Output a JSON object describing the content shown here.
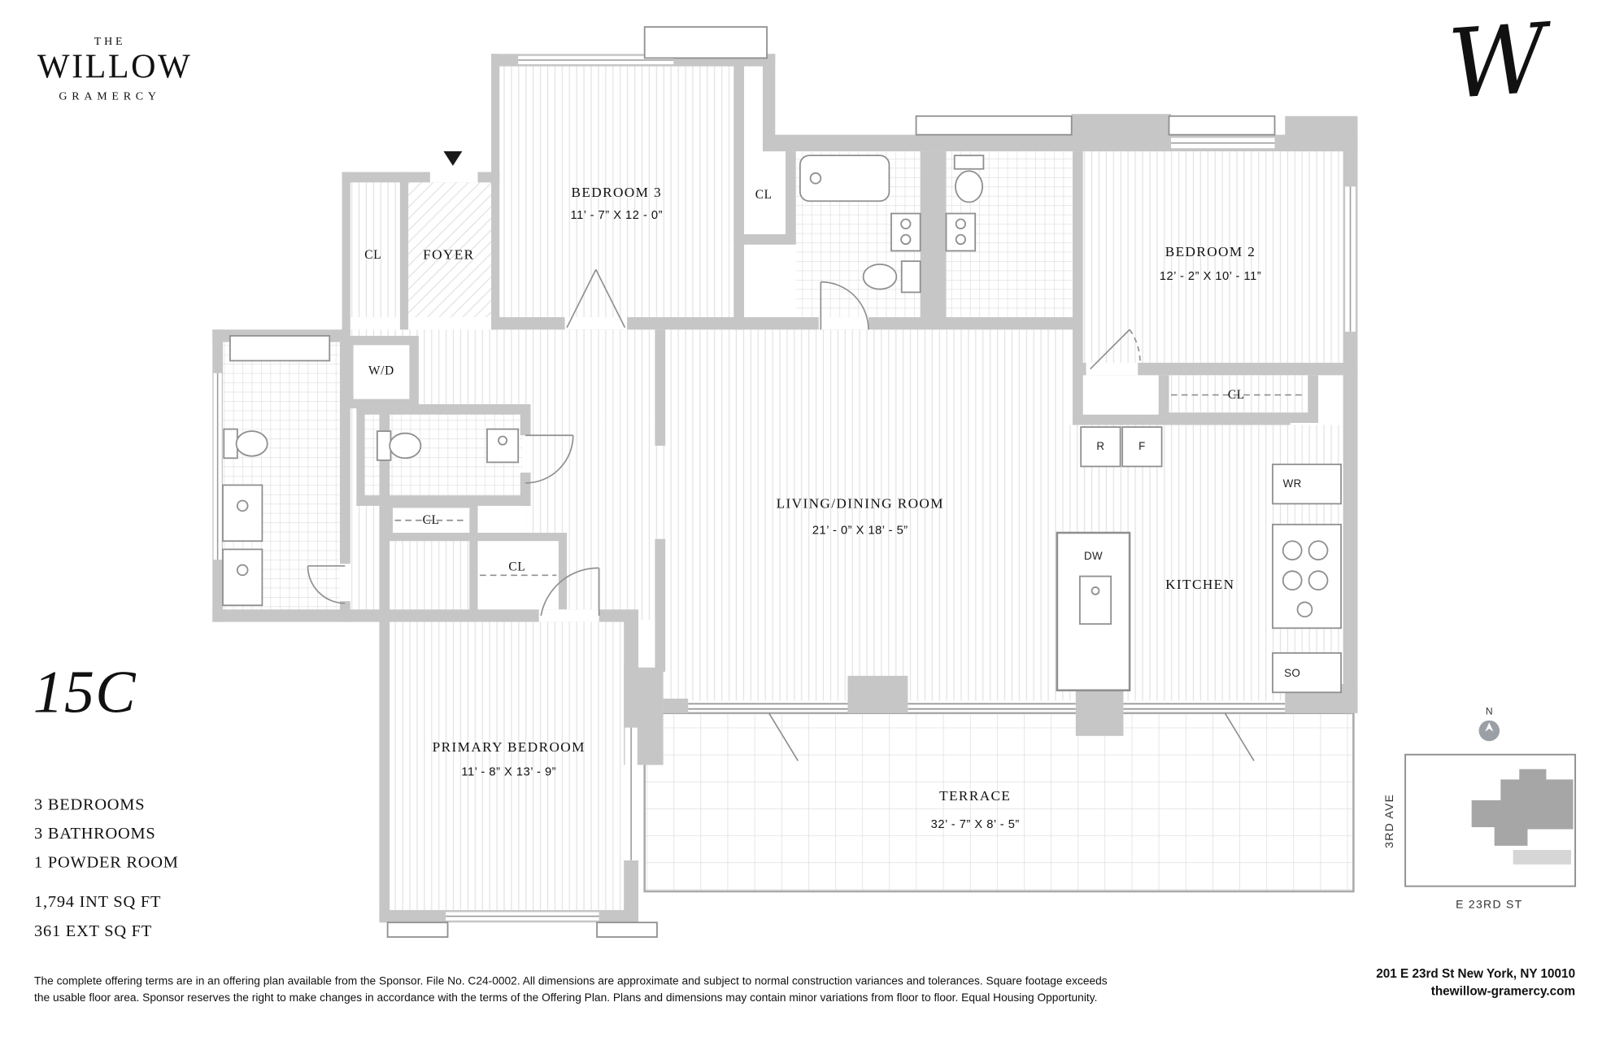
{
  "colors": {
    "wall": "#c6c6c6",
    "line": "#8f8f8f",
    "text": "#111111"
  },
  "brand": {
    "the": "THE",
    "name": "WILLOW",
    "sub": "GRAMERCY",
    "monogram": "W"
  },
  "unit": {
    "number": "15C",
    "features": [
      "3 BEDROOMS",
      "3 BATHROOMS",
      "1 POWDER ROOM"
    ],
    "areas": [
      "1,794 INT SQ FT",
      "361 EXT SQ FT"
    ]
  },
  "rooms": {
    "bedroom3": {
      "name": "BEDROOM 3",
      "dims": "11’ - 7” X 12 - 0”"
    },
    "foyer": {
      "name": "FOYER"
    },
    "bedroom2": {
      "name": "BEDROOM 2",
      "dims": "12’ - 2” X 10’ - 11”"
    },
    "living": {
      "name": "LIVING/DINING ROOM",
      "dims": "21’ - 0” X 18’ - 5”"
    },
    "kitchen": {
      "name": "KITCHEN"
    },
    "primary": {
      "name": "PRIMARY BEDROOM",
      "dims": "11’ - 8” X 13’ - 9”"
    },
    "terrace": {
      "name": "TERRACE",
      "dims": "32’ - 7” X 8’ - 5”"
    }
  },
  "plan_labels": {
    "closet": "CL",
    "washer_dryer": "W/D",
    "refrigerator": "R",
    "freezer": "F",
    "wine_refrigerator": "WR",
    "dishwasher": "DW",
    "speed_oven": "SO"
  },
  "map": {
    "north": "N",
    "avenue": "3RD AVE",
    "street": "E 23RD ST"
  },
  "footer": {
    "disclaimer_line1": "The complete offering terms are in an offering plan available from the Sponsor. File No. C24-0002.   All dimensions are approximate and subject to normal construction variances and tolerances. Square footage exceeds",
    "disclaimer_line2": "the usable floor area. Sponsor reserves the right to make changes in accordance with the terms of the Offering Plan. Plans and dimensions may contain minor variations from floor to floor.  Equal Housing Opportunity.",
    "address": "201 E 23rd St New York, NY 10010",
    "website": "thewillow-gramercy.com"
  }
}
